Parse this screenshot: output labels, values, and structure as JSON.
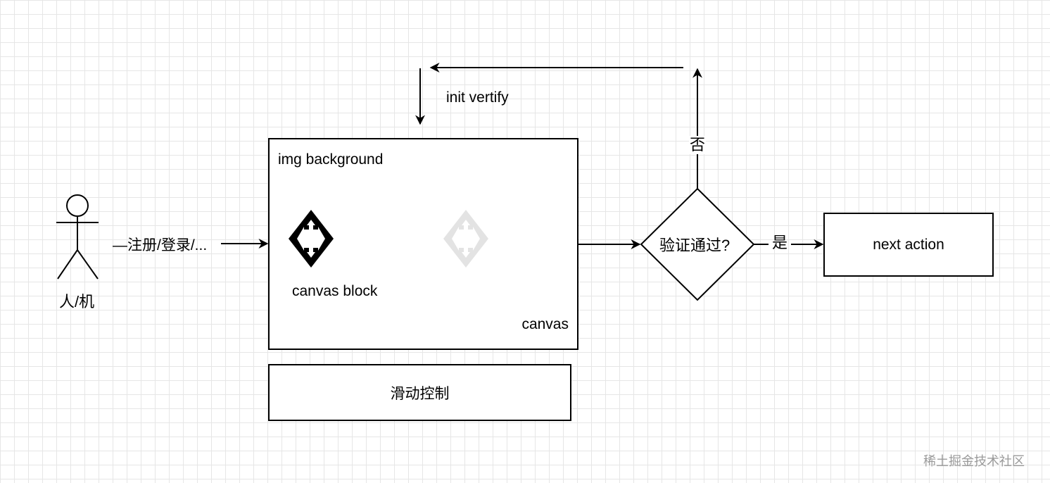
{
  "actor": {
    "label": "人/机"
  },
  "edges": {
    "entry_label": "—注册/登录/...",
    "init_label": "init vertify",
    "no_label": "否",
    "yes_label": "是"
  },
  "canvas_box": {
    "background_label": "img background",
    "block_label": "canvas block",
    "canvas_label": "canvas"
  },
  "slider": {
    "label": "滑动控制"
  },
  "decision": {
    "label": "验证通过?"
  },
  "next": {
    "label": "next action"
  },
  "watermark": "稀土掘金技术社区",
  "colors": {
    "stroke": "#000000",
    "grid": "#e6e6e6",
    "ghost_block": "#d9d9d9",
    "watermark": "#9a9a9a"
  },
  "icons": [
    "stick-figure-icon",
    "puzzle-block-icon",
    "ghost-puzzle-block-icon"
  ]
}
